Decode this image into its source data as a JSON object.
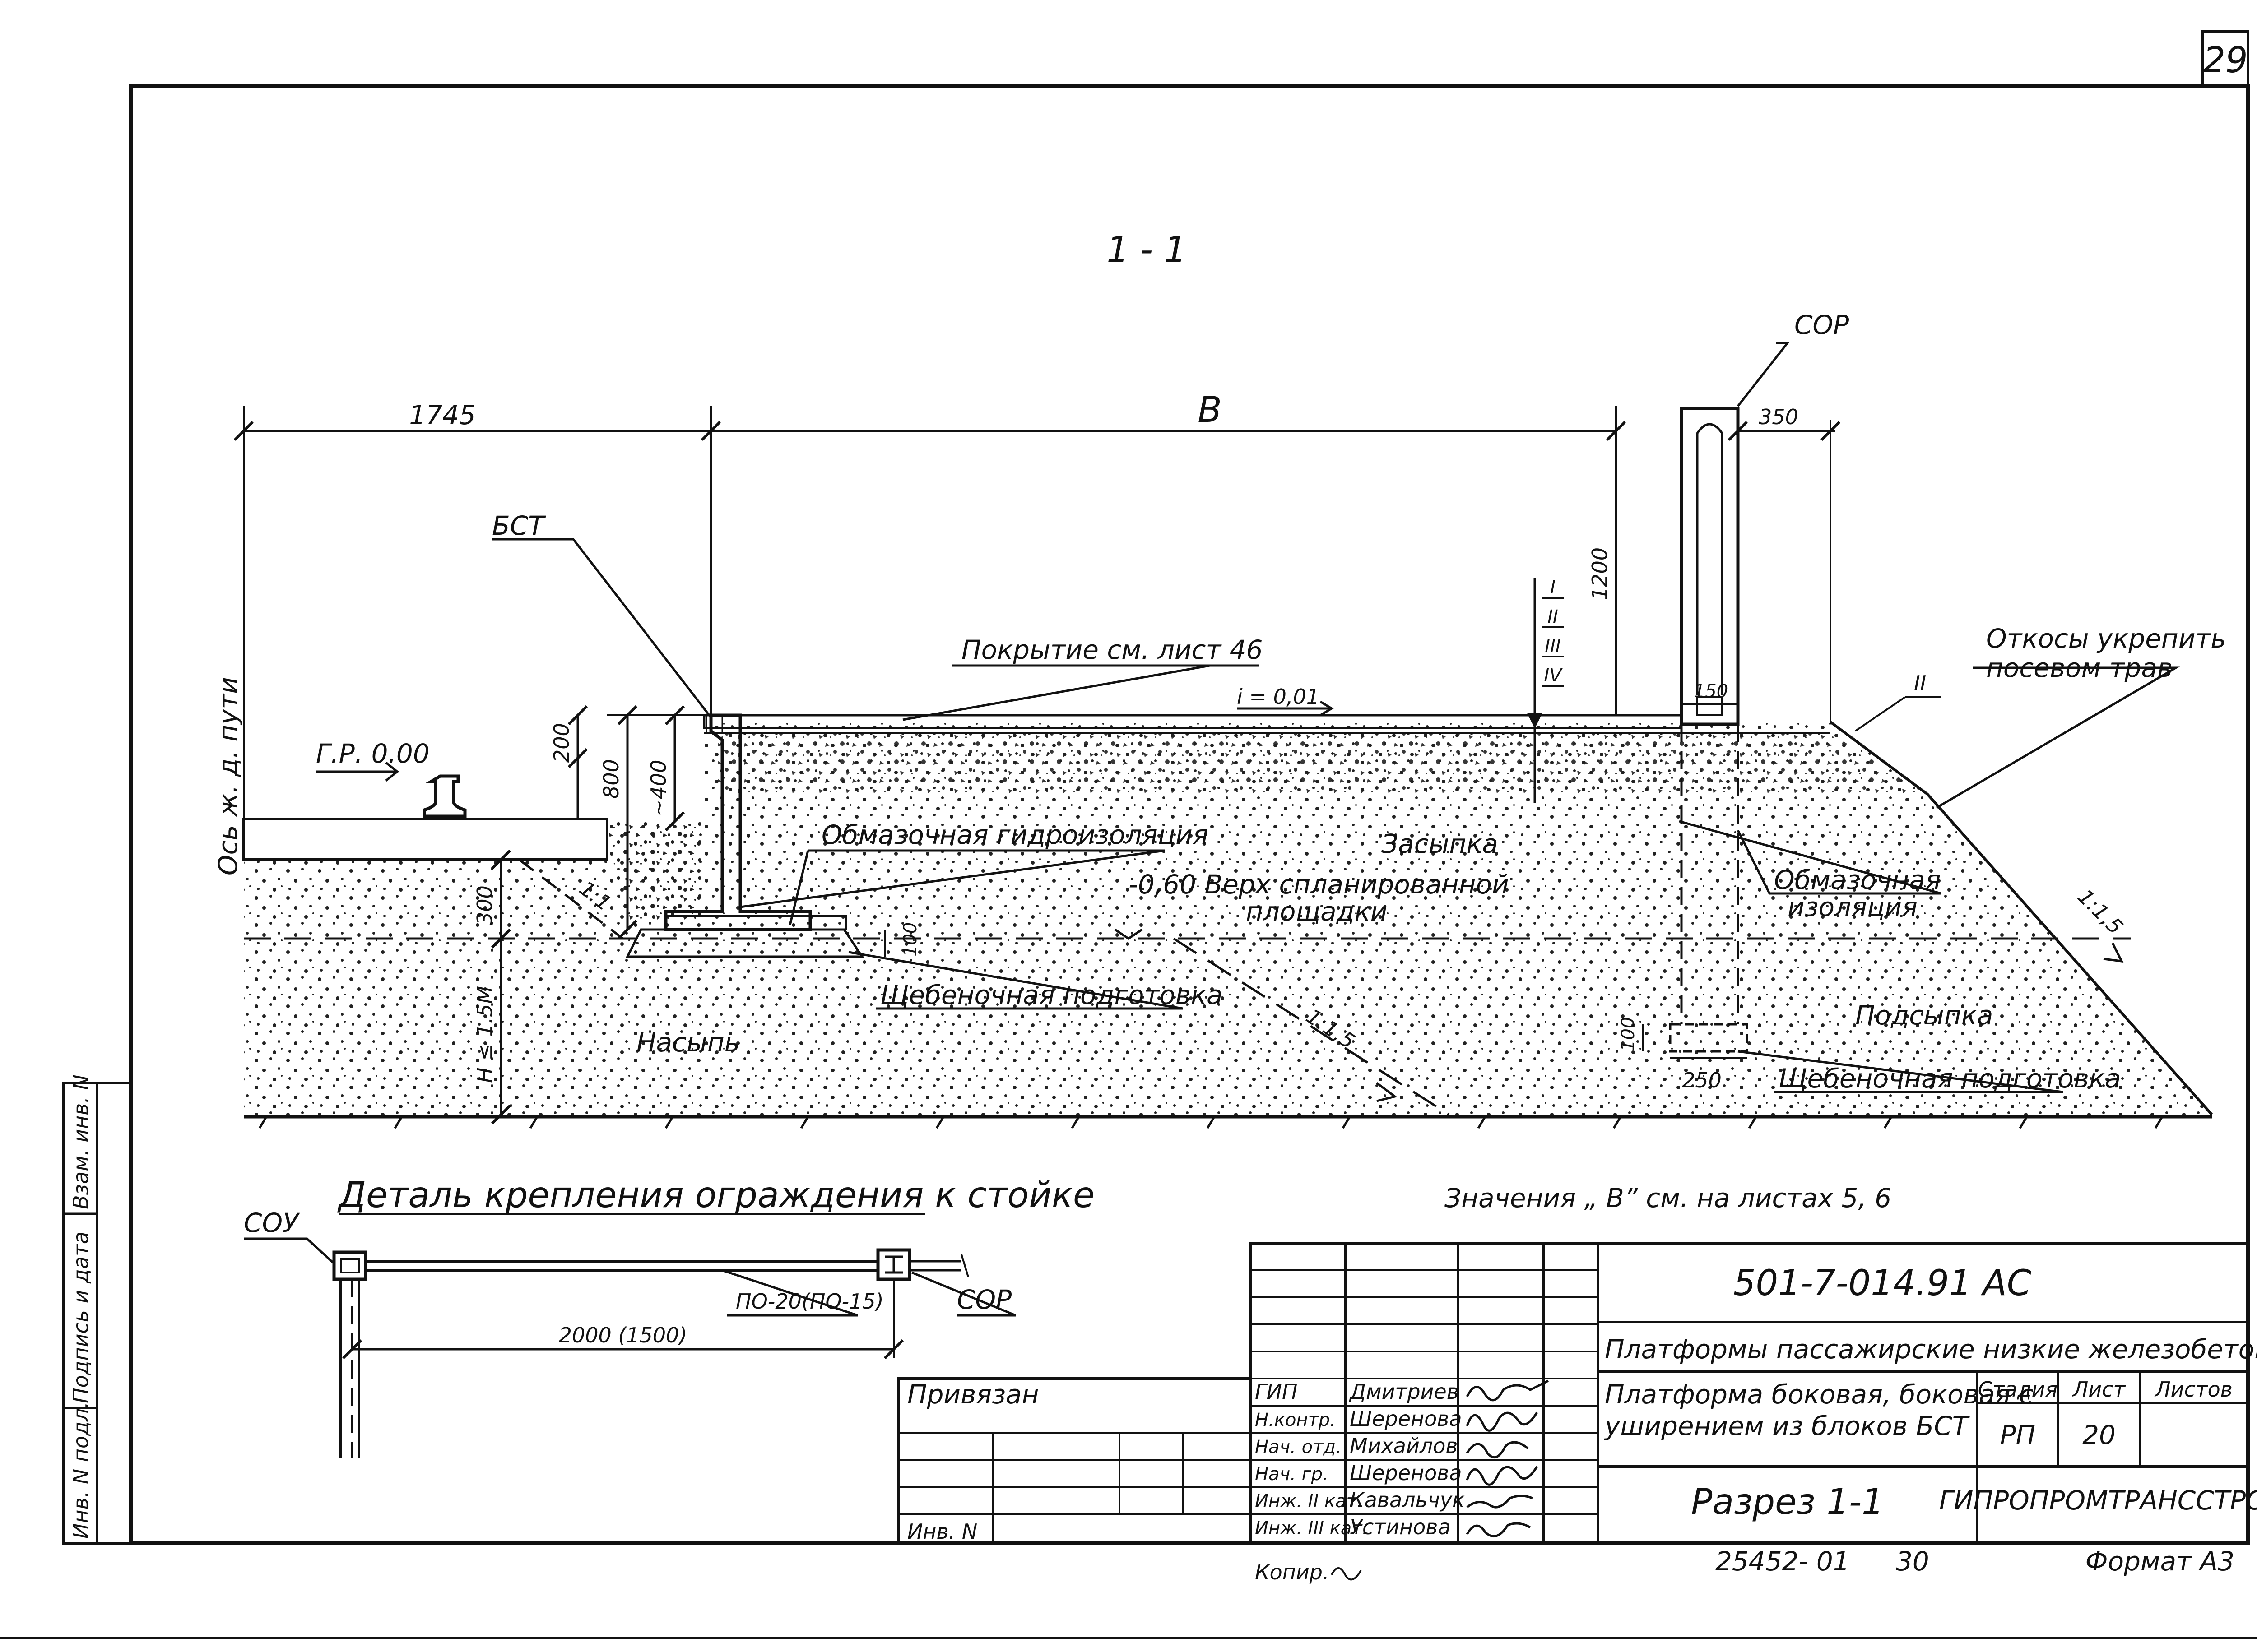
{
  "sheet_number": "29",
  "section_title": "1 - 1",
  "side_stamp": {
    "inv_podl": "Инв. N подл.",
    "podpis_data": "Подпись и дата",
    "vzam_inv": "Взам. инв. N"
  },
  "dimensions": {
    "d1745": "1745",
    "dB": "B",
    "d350": "350",
    "d1200": "1200",
    "d150": "150",
    "d200": "200",
    "d800": "800",
    "d400": "~400",
    "d300": "300",
    "d100a": "100",
    "d100b": "100",
    "d250": "250",
    "dH": "H ≤ 1.5M"
  },
  "levels": {
    "gr": "Г.Р. 0.00",
    "slope_i": "i = 0,01",
    "v060_line1": "-0,60 Верх спланированной",
    "v060_line2": "площадки",
    "axis": "Ось ж. д. пути"
  },
  "roman": {
    "r1": "I",
    "r2": "II",
    "r3": "III",
    "r4": "IV",
    "r2b": "II"
  },
  "slopes": {
    "s11": "1:1",
    "s15a": "1:1,5",
    "s15b": "1:1,5"
  },
  "callouts": {
    "bst": "БСТ",
    "sor": "СОР",
    "pokrytie": "Покрытие см. лист 46",
    "otkosy_line1": "Откосы укрепить",
    "otkosy_line2": "посевом трав",
    "obmaz_gidro": "Обмазочная гидроизоляция",
    "zasypka": "Засыпка",
    "obmaz_iz_line1": "Обмазочная",
    "obmaz_iz_line2": "изоляция",
    "sheben1": "Щебеночная подготовка",
    "nasyp": "Насыпь",
    "podsypka": "Подсыпка",
    "sheben2": "Щебеночная подготовка"
  },
  "detail": {
    "title": "Деталь крепления ограждения к стойке",
    "soy": "СОУ",
    "sor": "СОР",
    "po": "ПО-20(ПО-15)",
    "dim": "2000 (1500)"
  },
  "note": "Значения „ B” см. на листах 5, 6",
  "title_block": {
    "doc_code": "501-7-014.91 АС",
    "project": "Платформы пассажирские низкие железобетонные",
    "subject_line1": "Платформа боковая, боковая с",
    "subject_line2": "уширением из блоков БСТ",
    "drawing": "Разрез 1-1",
    "stage_label": "Стадия",
    "sheet_label": "Лист",
    "sheets_label": "Листов",
    "stage": "РП",
    "sheet": "20",
    "organization": "ГИПРОПРОМТРАНССТРОЙ",
    "privyazan": "Привязан",
    "inv_n": "Инв. N",
    "roles": [
      "ГИП",
      "Н.контр.",
      "Нач. отд.",
      "Нач. гр.",
      "Инж. II кат.",
      "Инж. III кат."
    ],
    "names": [
      "Дмитриев",
      "Шеренова",
      "Михайлов",
      "Шеренова",
      "Кавальчук",
      "Устинова"
    ],
    "copy": "Копир.",
    "archive": "25452- 01",
    "page": "30",
    "format": "Формат А3"
  }
}
